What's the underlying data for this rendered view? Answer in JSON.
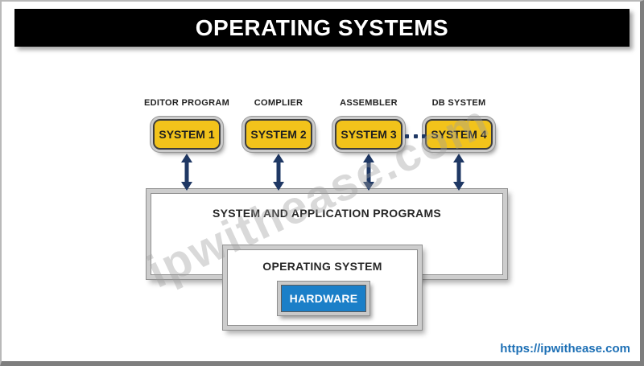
{
  "header": {
    "title": "OPERATING SYSTEMS"
  },
  "watermark": {
    "text": "ipwithease.com"
  },
  "systems": [
    {
      "label": "EDITOR PROGRAM",
      "name": "SYSTEM 1"
    },
    {
      "label": "COMPLIER",
      "name": "SYSTEM 2"
    },
    {
      "label": "ASSEMBLER",
      "name": "SYSTEM 3"
    },
    {
      "label": "DB SYSTEM",
      "name": "SYSTEM 4"
    }
  ],
  "ellipsis": "...",
  "layers": {
    "programs_label": "SYSTEM AND APPLICATION PROGRAMS",
    "os_label": "OPERATING SYSTEM",
    "hardware_label": "HARDWARE"
  },
  "footer": {
    "url": "https://ipwithease.com"
  },
  "colors": {
    "header_bg": "#000000",
    "header_text": "#FFFFFF",
    "system_box_fill": "#F2C31B",
    "system_box_border": "#3D3D3D",
    "arrow": "#1F3864",
    "box_bevel": "#CDCDCD",
    "box_outline": "#8F8F8F",
    "hardware_fill": "#1B7FC8",
    "hardware_text": "#FFFFFF",
    "url_text": "#1C6FB5",
    "watermark": "#9E9E9E"
  }
}
